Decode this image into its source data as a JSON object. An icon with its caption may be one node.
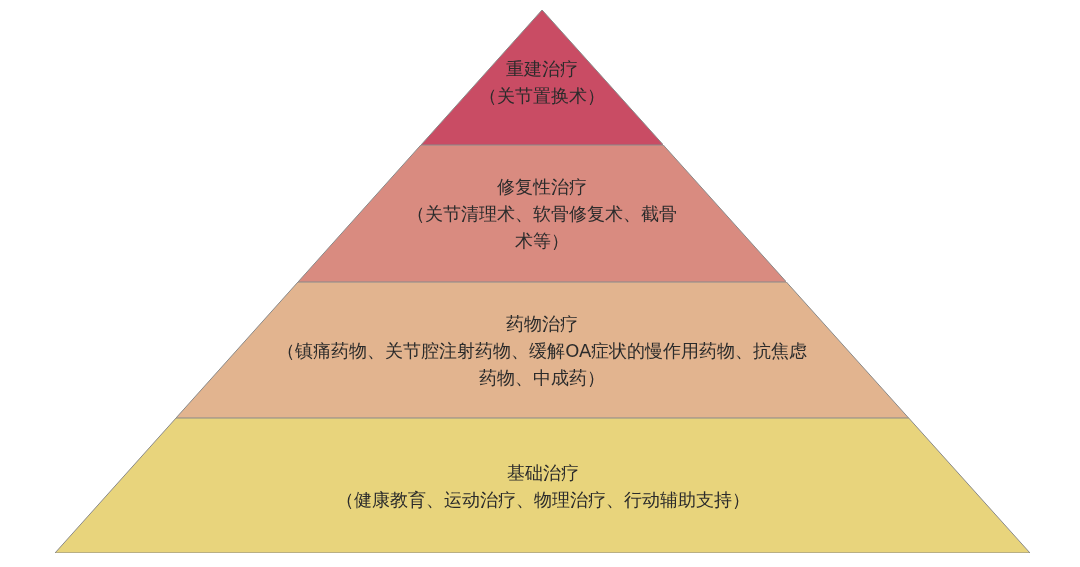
{
  "diagram": {
    "nodes": [
      {
        "text": [
          "重建治疗",
          "（关节置换术）"
        ]
      },
      {
        "text": [
          "修复性治疗",
          "（关节清理术、软骨修复术、截骨术等）"
        ]
      },
      {
        "text": [
          "药物治疗",
          "（镇痛药物、关节腔注射药物、缓解OA症状的慢作用药物、抗焦虑药物、中成药）"
        ]
      },
      {
        "text": [
          "基础治疗",
          "（健康教育、运动治疗、物理治疗、行动辅助支持）"
        ]
      }
    ],
    "edges": []
  }
}
